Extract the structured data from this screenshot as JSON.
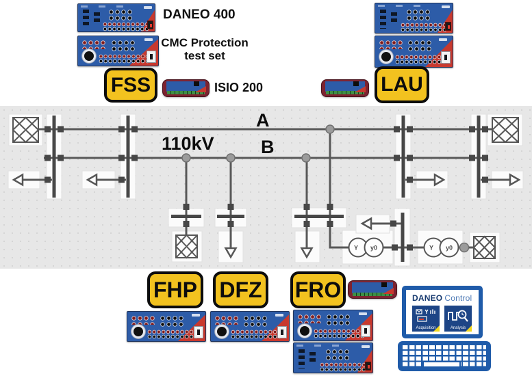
{
  "equipment": {
    "daneo_label": "DANEO 400",
    "cmc_label_line1": "CMC Protection",
    "cmc_label_line2": "test set",
    "isio_label": "ISIO 200"
  },
  "stations": {
    "fss": "FSS",
    "lau": "LAU",
    "fhp": "FHP",
    "dfz": "DFZ",
    "fro": "FRO"
  },
  "diagram": {
    "voltage": "110kV",
    "bus_a": "A",
    "bus_b": "B",
    "trafo1_primary": "Y",
    "trafo1_secondary": "y0",
    "trafo2_primary": "Y",
    "trafo2_secondary": "y0"
  },
  "laptop": {
    "title_brand": "DANEO",
    "title_product": "Control",
    "tile_acquisition": "Acquisition",
    "tile_analysis": "Analysis"
  },
  "colors": {
    "station_yellow": "#F2C21F",
    "panel_gray": "#E7E7E7",
    "line_gray": "#585858",
    "device_blue": "#2D5CA8",
    "device_red": "#C8392E",
    "laptop_blue": "#1F5BA9",
    "tile_navy": "#1D4586"
  }
}
